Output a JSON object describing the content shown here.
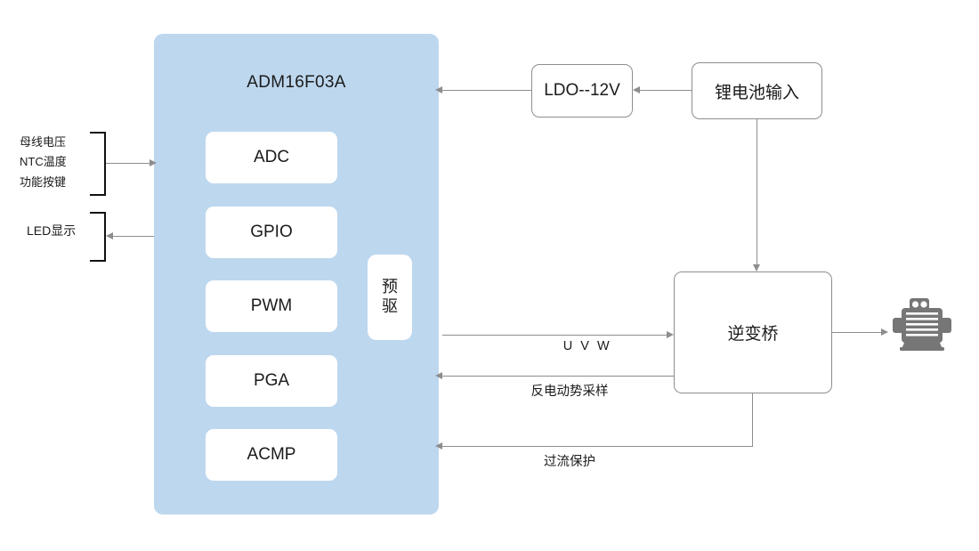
{
  "diagram": {
    "title": "ADM16F03A",
    "mcu": {
      "label": "ADM16F03A",
      "fill_color": "#bdd7ee",
      "blocks": [
        {
          "id": "adc",
          "label": "ADC"
        },
        {
          "id": "gpio",
          "label": "GPIO"
        },
        {
          "id": "pwm",
          "label": "PWM"
        },
        {
          "id": "pga",
          "label": "PGA"
        },
        {
          "id": "acmp",
          "label": "ACMP"
        }
      ]
    },
    "predriver": {
      "label_line1": "预",
      "label_line2": "驱"
    },
    "external_blocks": [
      {
        "id": "ldo",
        "label": "LDO--12V"
      },
      {
        "id": "battery",
        "label": "锂电池输入"
      },
      {
        "id": "bridge",
        "label": "逆变桥"
      }
    ],
    "left_inputs": {
      "items": [
        "母线电压",
        "NTC温度",
        "功能按键"
      ],
      "direction": "into-mcu"
    },
    "left_output": {
      "label": "LED显示",
      "direction": "out-of-mcu"
    },
    "signals": [
      {
        "id": "uvw",
        "label": "U V W",
        "direction": "mcu-to-bridge"
      },
      {
        "id": "bemf",
        "label": "反电动势采样",
        "direction": "bridge-to-mcu"
      },
      {
        "id": "ocp",
        "label": "过流保护",
        "direction": "bridge-to-mcu"
      }
    ],
    "motor": {
      "icon": "motor-icon",
      "color": "#767676"
    },
    "colors": {
      "mcu_fill": "#bdd7ee",
      "line": "#8d8d8d",
      "bracket": "#111111",
      "box_border": "#8d8d8d",
      "text": "#1b1b1b",
      "motor": "#767676"
    }
  }
}
